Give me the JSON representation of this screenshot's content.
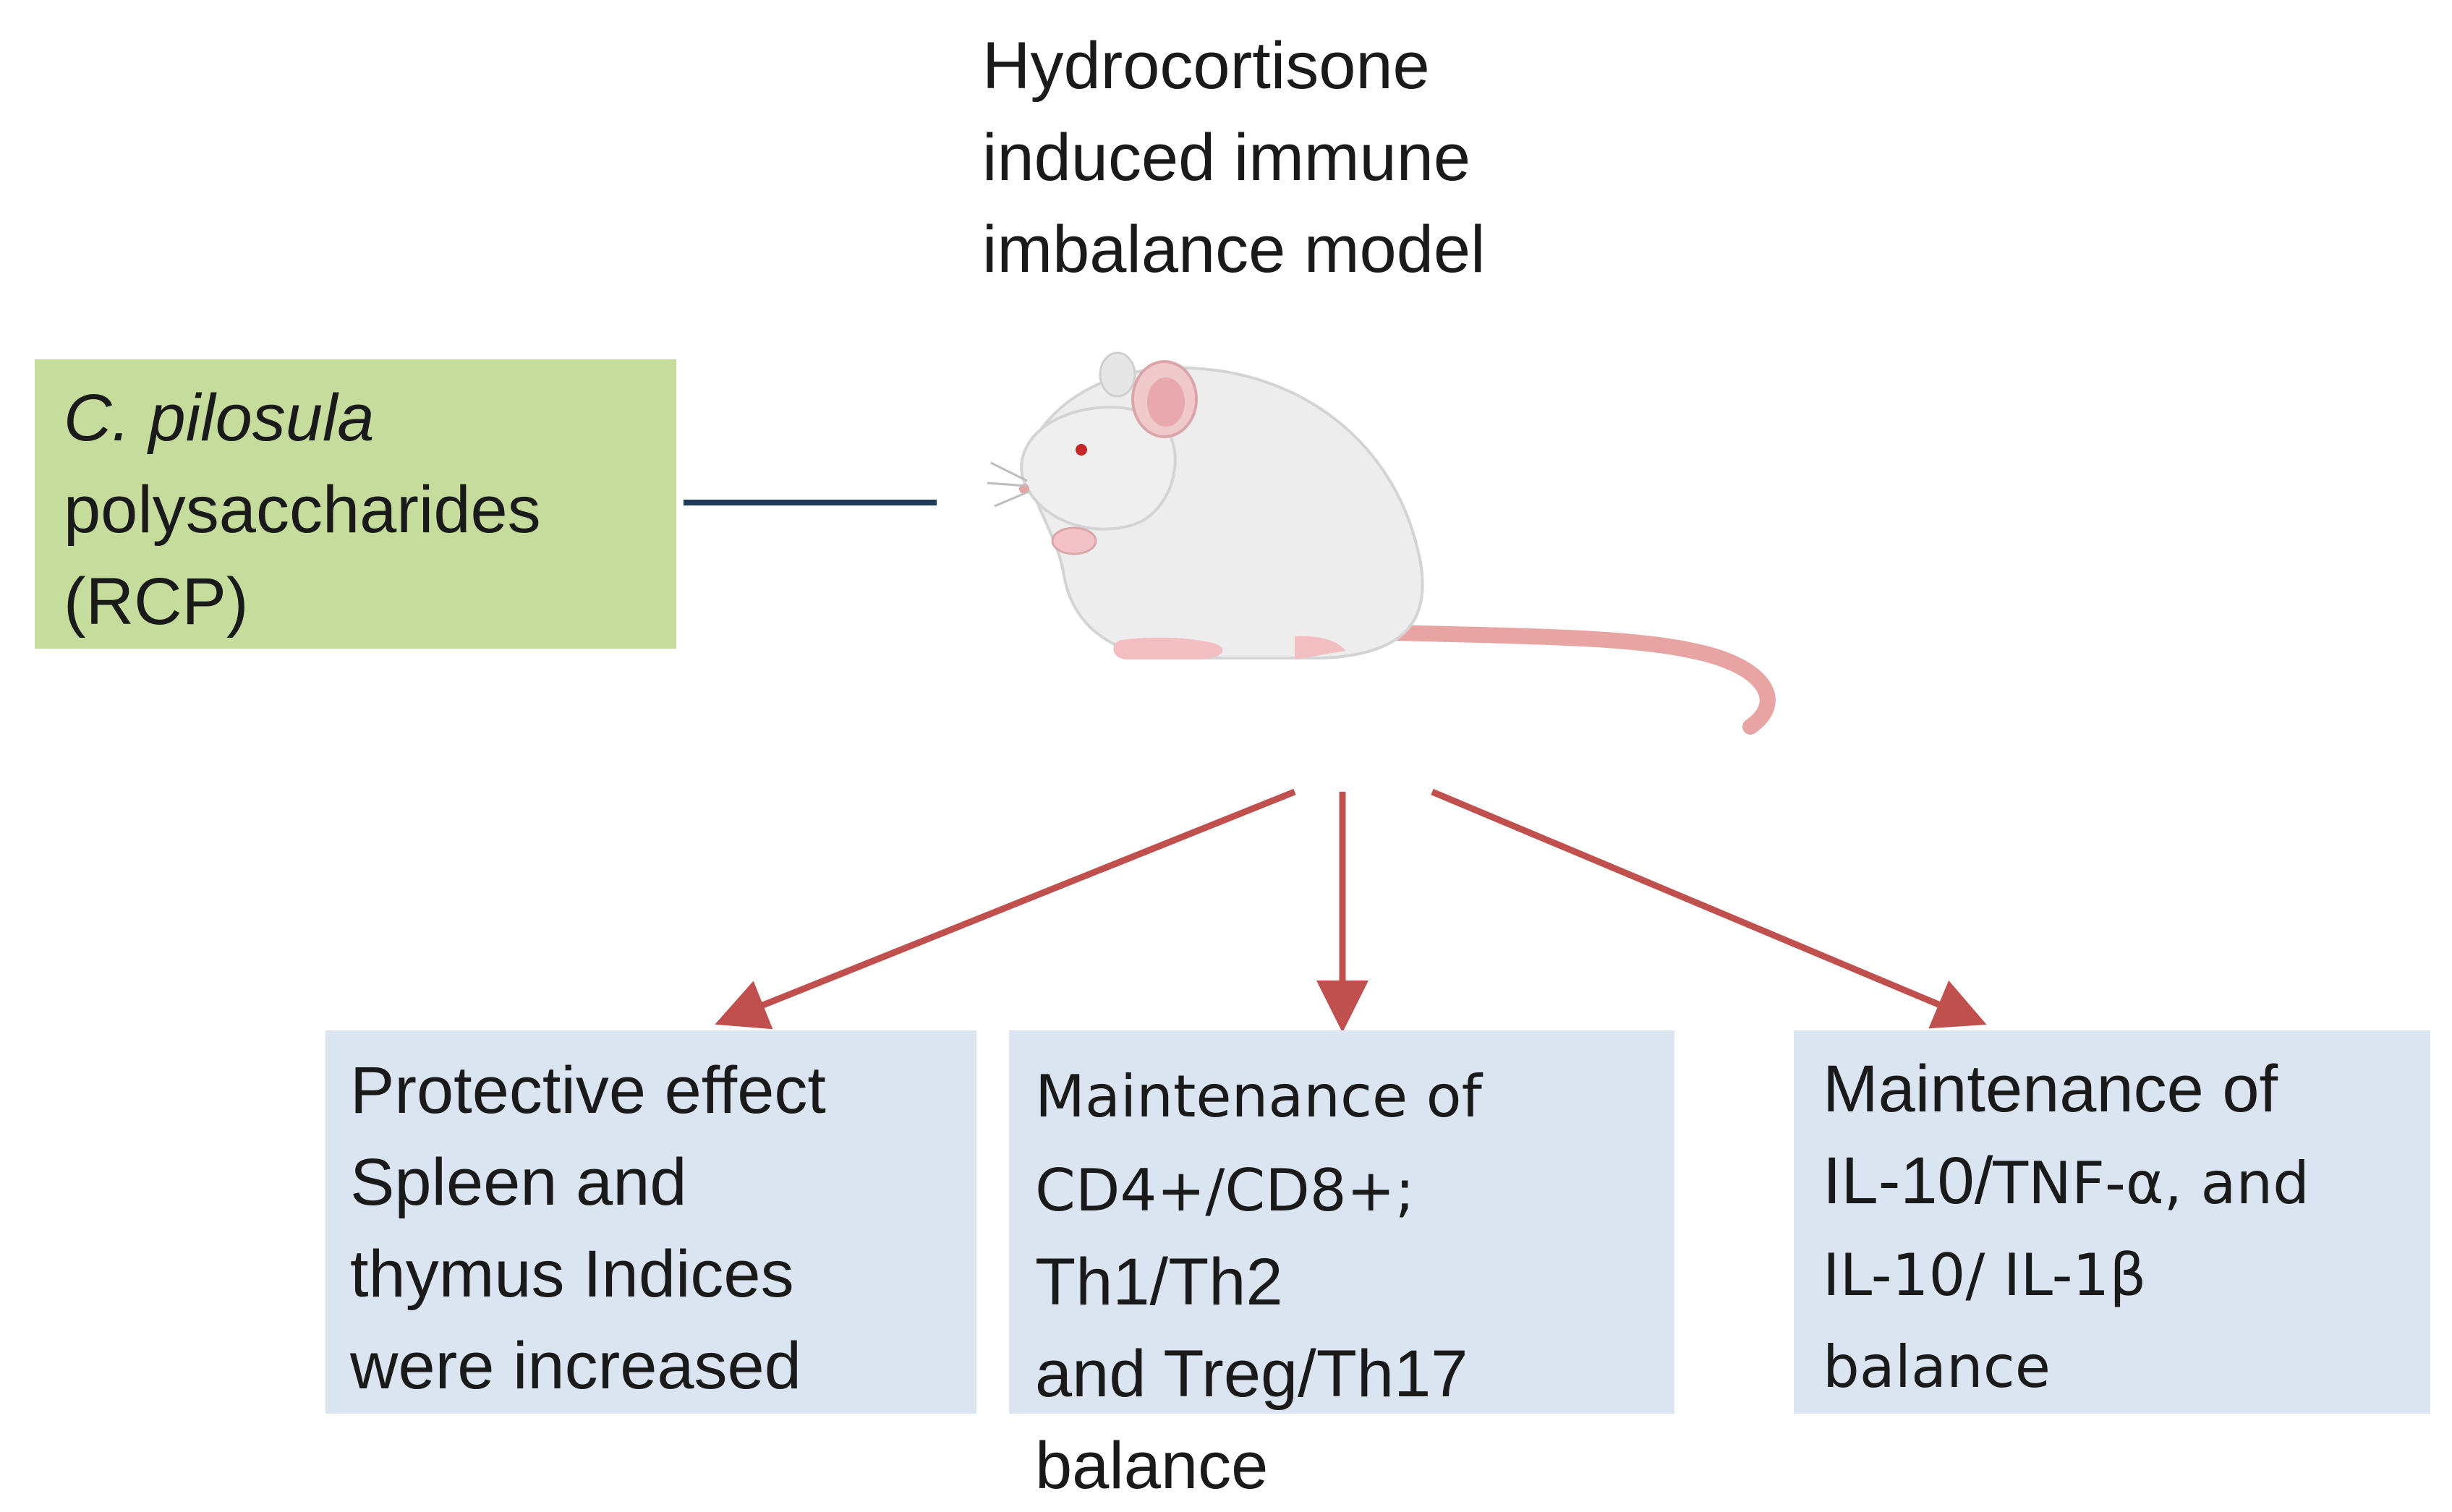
{
  "title": {
    "line1": "Hydrocortisone",
    "line2": "induced immune",
    "line3": "imbalance model"
  },
  "treatment": {
    "line1": "C. pilosula",
    "line2": "polysaccharides",
    "line3": "(RCP)"
  },
  "outcomes": [
    {
      "line1": "Protective effect",
      "line2": "Spleen and",
      "line3": "thymus Indices",
      "line4": "were increased"
    },
    {
      "line1": "Maintenance of",
      "line2a": "CD4+/CD8+;",
      "line2b": " Th1/Th2",
      "line3": "and Treg/Th17",
      "line4": "balance"
    },
    {
      "line1": "Maintenance of",
      "line2a": "IL-10/",
      "line2b": "TNF-α, and",
      "line3": "IL-10/ IL-1β",
      "line4": "balance"
    }
  ],
  "colors": {
    "treatment_box": "#c5dc9c",
    "outcome_box": "#dbe5f1",
    "connector_line": "#1f3b5c",
    "arrow": "#c0504d"
  },
  "icons": {
    "animal": "mouse-icon"
  }
}
